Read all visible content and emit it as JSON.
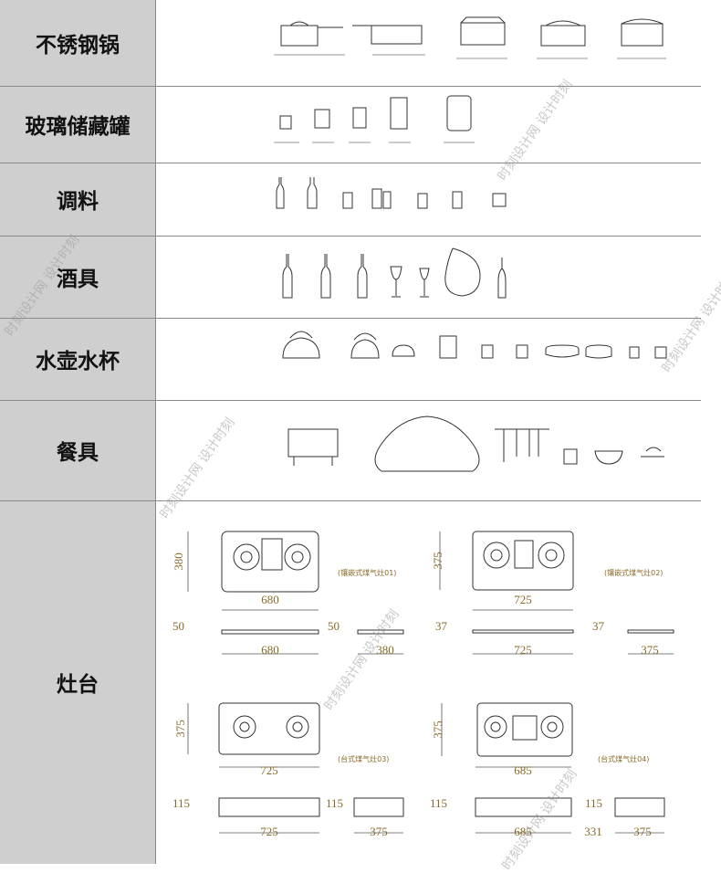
{
  "categories": [
    {
      "label": "不锈钢锅"
    },
    {
      "label": "玻璃储藏罐"
    },
    {
      "label": "调料"
    },
    {
      "label": "酒具"
    },
    {
      "label": "水壶水杯"
    },
    {
      "label": "餐具"
    },
    {
      "label": "灶台"
    }
  ],
  "stoves": [
    {
      "caption": "(镶嵌式煤气灶01)",
      "width": "680",
      "depth": "380",
      "height": "50",
      "side_depth": "380"
    },
    {
      "caption": "(镶嵌式煤气灶02)",
      "width": "725",
      "depth": "375",
      "height": "37",
      "side_depth": "375"
    },
    {
      "caption": "(台式煤气灶03)",
      "width": "725",
      "depth": "375",
      "height": "115",
      "side_depth": "375"
    },
    {
      "caption": "(台式煤气灶04)",
      "width": "685",
      "depth": "375",
      "height": "115",
      "side_depth": "375",
      "extra": "331"
    }
  ],
  "watermark": "时刻设计网 设计时刻",
  "colors": {
    "label_bg": "#cfcfcf",
    "dim_text": "#8a6a2a",
    "line": "#333333"
  }
}
